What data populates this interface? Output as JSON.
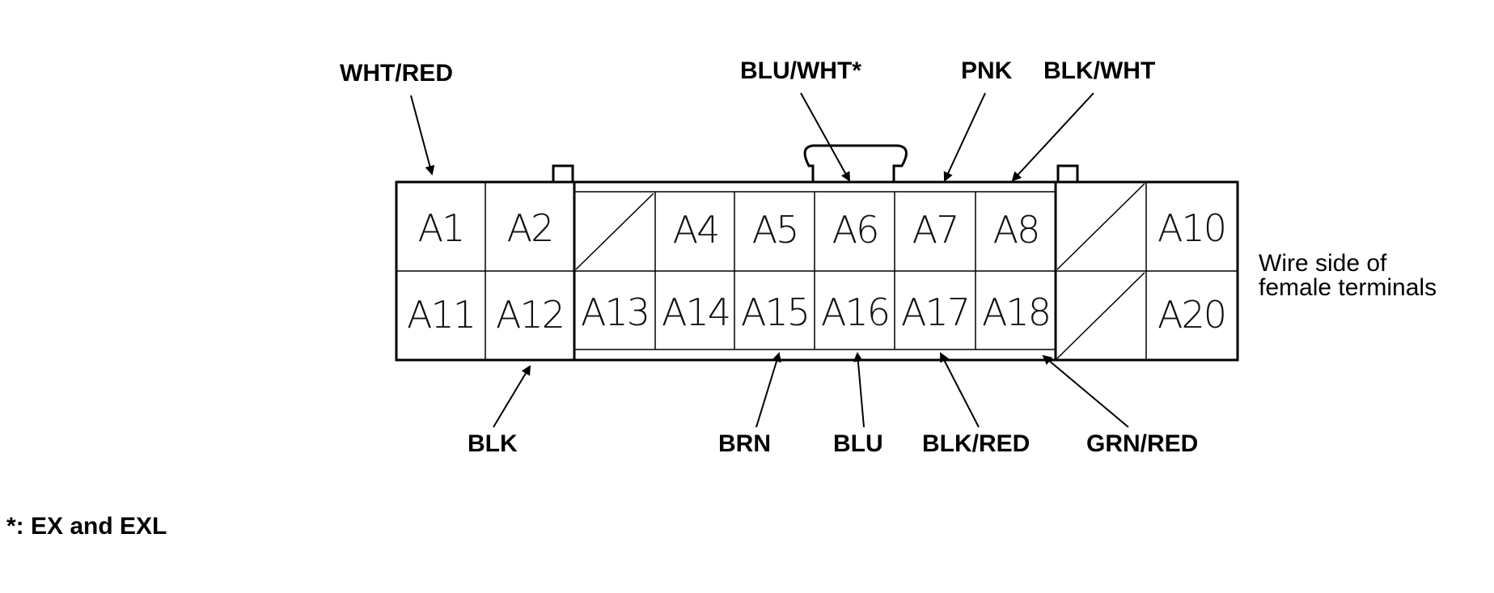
{
  "connector": {
    "row1": [
      "A1",
      "A2",
      "",
      "A4",
      "A5",
      "A6",
      "A7",
      "A8",
      "",
      "A10"
    ],
    "row2": [
      "A11",
      "A12",
      "A13",
      "A14",
      "A15",
      "A16",
      "A17",
      "A18",
      "",
      "A20"
    ],
    "side_note_line1": "Wire side of",
    "side_note_line2": "female terminals"
  },
  "wires": {
    "top": [
      "WHT/RED",
      "BLU/WHT*",
      "PNK",
      "BLK/WHT"
    ],
    "bottom": [
      "BLK",
      "BRN",
      "BLU",
      "BLK/RED",
      "GRN/RED"
    ]
  },
  "footnote": "*: EX and EXL"
}
